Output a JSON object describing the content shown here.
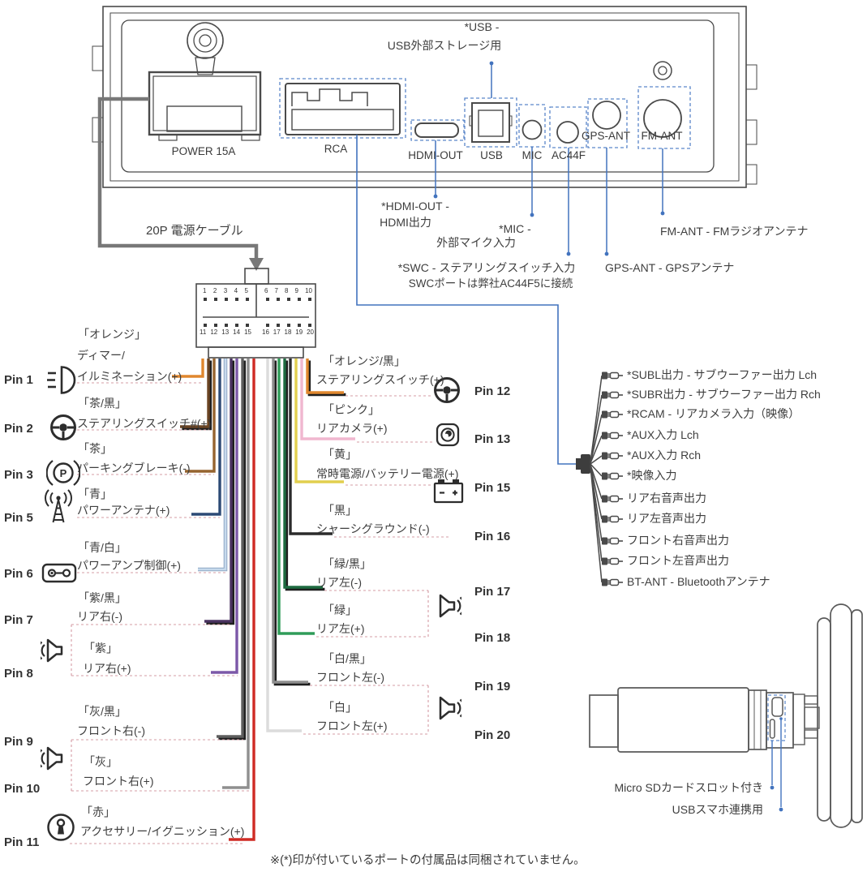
{
  "panel": {
    "power": "POWER 15A",
    "rca": "RCA",
    "hdmi": "HDMI-OUT",
    "usb": "USB",
    "mic": "MIC",
    "ac44f": "AC44F",
    "gps": "GPS-ANT",
    "fm": "FM-ANT"
  },
  "annotations": {
    "usb1": "*USB -",
    "usb2": "USB外部ストレージ用",
    "hdmi1": "*HDMI-OUT -",
    "hdmi2": "HDMI出力",
    "mic1": "*MIC -",
    "mic2": "外部マイク入力",
    "swc1": "*SWC - ステアリングスイッチ入力",
    "swc2": "SWCポートは弊社AC44F5に接続",
    "gps": "GPS-ANT - GPSアンテナ",
    "fm": "FM-ANT - FMラジオアンテナ",
    "cable": "20P 電源ケーブル"
  },
  "connector": {
    "pin_numbers": [
      "1",
      "2",
      "3",
      "4",
      "5",
      "6",
      "7",
      "8",
      "9",
      "10",
      "11",
      "12",
      "13",
      "14",
      "15",
      "16",
      "17",
      "18",
      "19",
      "20"
    ]
  },
  "pins_left": [
    {
      "pin": "Pin 1",
      "color_name": "「オレンジ」",
      "line1": "ディマー/",
      "line2": "イルミネーション(+)",
      "wire": "#E0872E",
      "icon": "headlight"
    },
    {
      "pin": "Pin 2",
      "color_name": "「茶/黒」",
      "line2": "ステアリングスイッチ#(+)",
      "wire": "#6B4423",
      "icon": "steering-wheel"
    },
    {
      "pin": "Pin 3",
      "color_name": "「茶」",
      "line2": "パーキングブレーキ(-)",
      "wire": "#96642F",
      "icon": "parking-brake"
    },
    {
      "pin": "Pin 5",
      "color_name": "「青」",
      "line2": "パワーアンテナ(+)",
      "wire": "#2C4A75",
      "icon": "power-antenna"
    },
    {
      "pin": "Pin 6",
      "color_name": "「青/白」",
      "line2": "パワーアンプ制御(+)",
      "wire": "#C6D9EC",
      "icon": "amp-control"
    },
    {
      "pin": "Pin 7",
      "color_name": "「紫/黒」",
      "line2": "リア右(-)",
      "wire": "#4A3260",
      "icon": "speaker"
    },
    {
      "pin": "Pin 8",
      "color_name": "「紫」",
      "line2": "リア右(+)",
      "wire": "#7C58A8",
      "icon": "speaker"
    },
    {
      "pin": "Pin 9",
      "color_name": "「灰/黒」",
      "line2": "フロント右(-)",
      "wire": "#5E5E5E",
      "icon": "speaker"
    },
    {
      "pin": "Pin 10",
      "color_name": "「灰」",
      "line2": "フロント右(+)",
      "wire": "#8F8F8F",
      "icon": "speaker"
    },
    {
      "pin": "Pin 11",
      "color_name": "「赤」",
      "line2": "アクセサリー/イグニッション(+)",
      "wire": "#CF2B24",
      "icon": "ignition"
    }
  ],
  "pins_right": [
    {
      "pin": "Pin 12",
      "color_name": "「オレンジ/黒」",
      "line2": "ステアリングスイッチ(+)",
      "wire": "#E0872E",
      "icon": "steering-wheel"
    },
    {
      "pin": "Pin 13",
      "color_name": "「ピンク」",
      "line2": "リアカメラ(+)",
      "wire": "#F0B7CF",
      "icon": "rear-camera"
    },
    {
      "pin": "Pin 15",
      "color_name": "「黄」",
      "line2": "常時電源/バッテリー電源(+)",
      "wire": "#E2CF4E",
      "icon": "battery"
    },
    {
      "pin": "Pin 16",
      "color_name": "「黒」",
      "line2": "シャーシグラウンド(-)",
      "wire": "#2B2B2B"
    },
    {
      "pin": "Pin 17",
      "color_name": "「緑/黒」",
      "line2": "リア左(-)",
      "wire": "#1E6B40",
      "icon": "speaker"
    },
    {
      "pin": "Pin 18",
      "color_name": "「緑」",
      "line2": "リア左(+)",
      "wire": "#2F9C58",
      "icon": "speaker"
    },
    {
      "pin": "Pin 19",
      "color_name": "「白/黒」",
      "line2": "フロント左(-)",
      "wire": "#8E8E8E",
      "icon": "speaker"
    },
    {
      "pin": "Pin 20",
      "color_name": "「白」",
      "line2": "フロント左(+)",
      "wire": "#DCDCDC",
      "icon": "speaker"
    }
  ],
  "rca_outputs": [
    "*SUBL出力 - サブウーファー出力 Lch",
    "*SUBR出力 - サブウーファー出力 Rch",
    "*RCAM - リアカメラ入力（映像）",
    "*AUX入力 Lch",
    "*AUX入力 Rch",
    "*映像入力",
    "リア右音声出力",
    "リア左音声出力",
    "フロント右音声出力",
    "フロント左音声出力",
    "BT-ANT - Bluetoothアンテナ"
  ],
  "dongle": {
    "sd": "Micro SDカードスロット付き",
    "usb": "USBスマホ連携用"
  },
  "footnote": "※(*)印が付いているポートの付属品は同梱されていません。",
  "icons": {
    "parking_letter": "P"
  },
  "colors": {
    "leader": "#4273BE",
    "dashed_label": "#D49CA4",
    "cable": "#787878",
    "wire_shadow": "#1F1F1F",
    "outline": "#4A4A4A"
  }
}
